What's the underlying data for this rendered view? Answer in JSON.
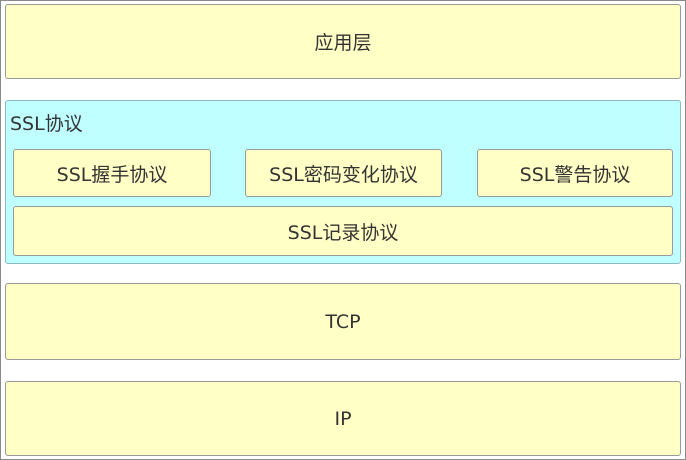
{
  "layers": {
    "application": "应用层",
    "ssl": {
      "title": "SSL协议",
      "handshake": "SSL握手协议",
      "change_cipher": "SSL密码变化协议",
      "alert": "SSL警告协议",
      "record": "SSL记录协议"
    },
    "tcp": "TCP",
    "ip": "IP"
  },
  "colors": {
    "layer_fill": "#ffffc6",
    "ssl_group_fill": "#bfffff",
    "border": "#9a9a9a"
  }
}
